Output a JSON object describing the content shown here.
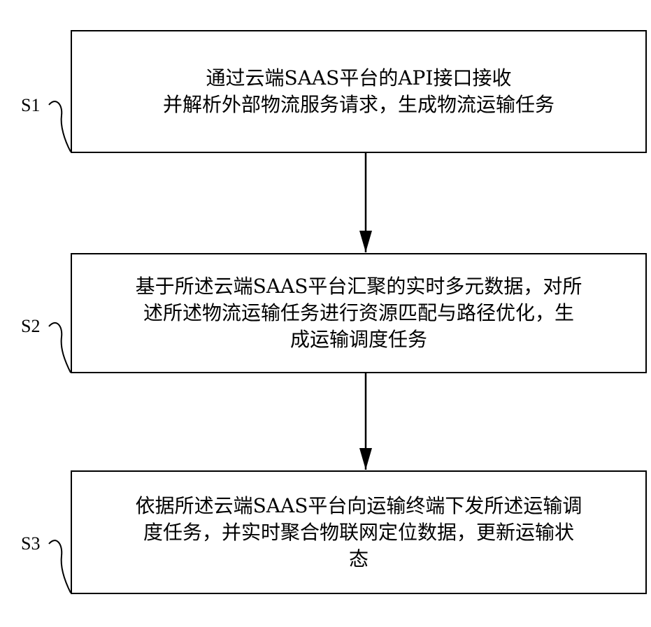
{
  "steps": [
    {
      "label": "S1",
      "text": "通过云端SAAS平台的API接口接收\n并解析外部物流服务请求，生成物流运输任务"
    },
    {
      "label": "S2",
      "text": "基于所述云端SAAS平台汇聚的实时多元数据，对所\n述所述物流运输任务进行资源匹配与路径优化，生\n成运输调度任务"
    },
    {
      "label": "S3",
      "text": "依据所述云端SAAS平台向运输终端下发所述运输调\n度任务，并实时聚合物联网定位数据，更新运输状\n态"
    }
  ]
}
